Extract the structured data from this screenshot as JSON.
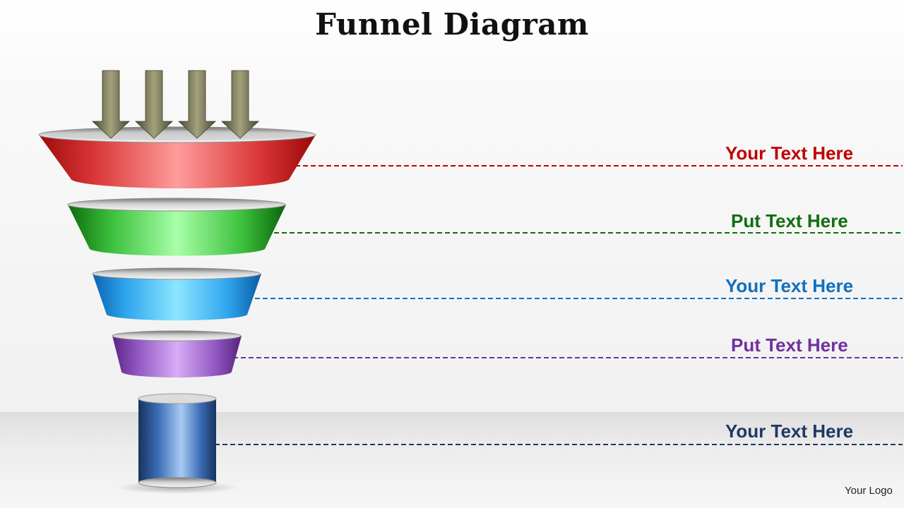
{
  "title": "Funnel Diagram",
  "logo": "Your Logo",
  "stages": [
    {
      "label": "Your Text Here",
      "color": "#c00000"
    },
    {
      "label": "Put Text Here",
      "color": "#0f6e0f"
    },
    {
      "label": "Your Text Here",
      "color": "#1070c0"
    },
    {
      "label": "Put Text Here",
      "color": "#7030a0"
    },
    {
      "label": "Your Text Here",
      "color": "#1f3864"
    }
  ],
  "arrows_color": "#6b6b4b"
}
